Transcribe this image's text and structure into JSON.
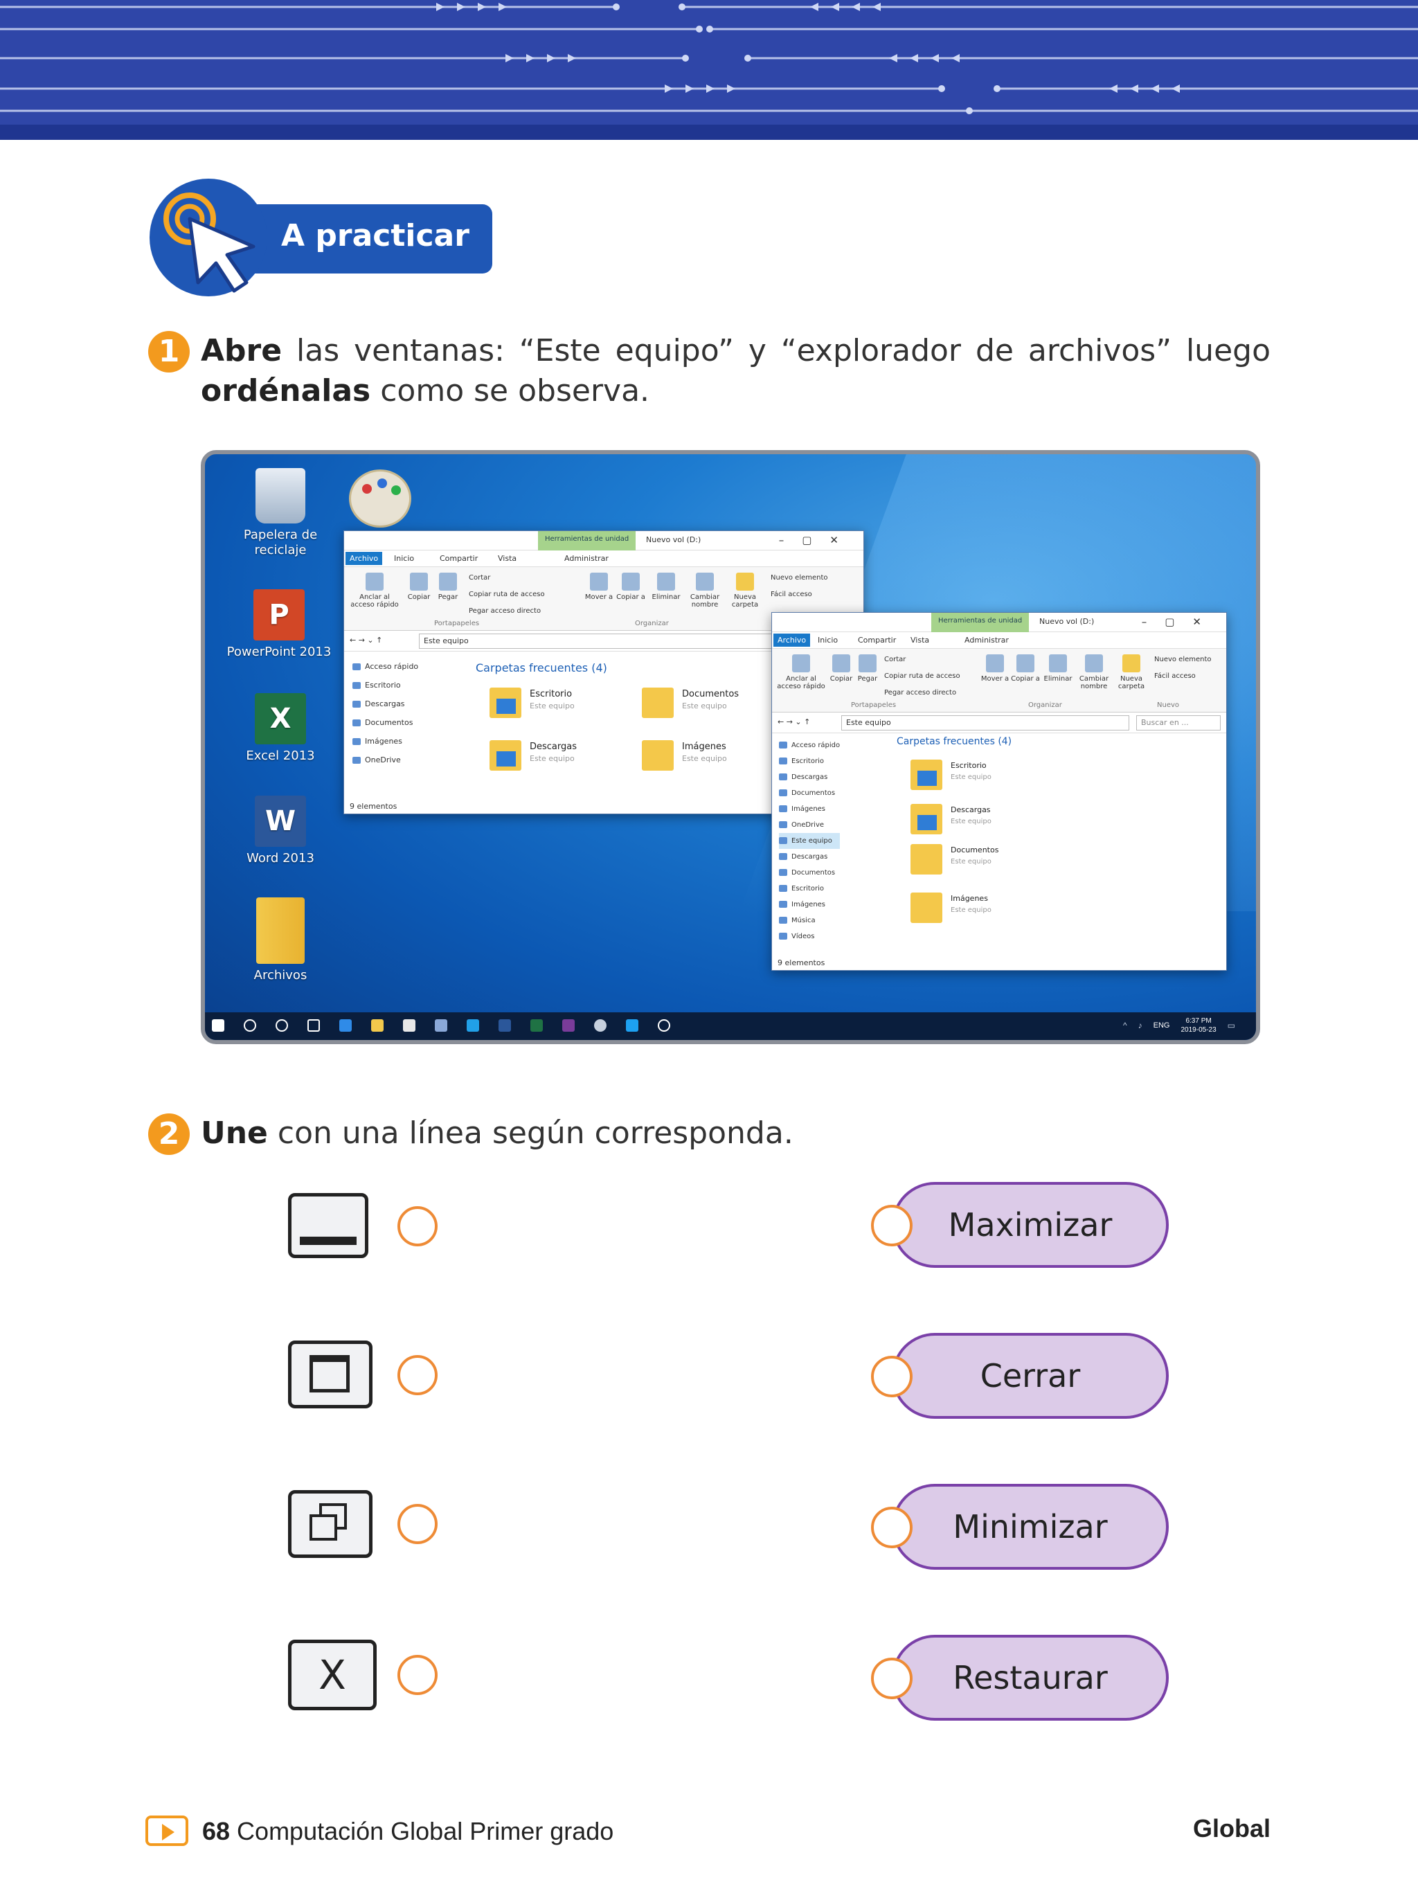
{
  "badge": {
    "label": "A practicar"
  },
  "exercise1": {
    "number": "1",
    "bold_start": "Abre",
    "text_middle": " las ventanas: “Este equipo” y “explorador de archivos” luego ",
    "bold_end": "ordénalas",
    "text_end": " como se observa."
  },
  "desktop": {
    "icons": [
      {
        "label": "Papelera de reciclaje"
      },
      {
        "label": "PowerPoint 2013"
      },
      {
        "label": "Excel 2013"
      },
      {
        "label": "Word 2013"
      },
      {
        "label": "Archivos"
      }
    ],
    "taskbar": {
      "lang": "ENG",
      "time": "6:37 PM",
      "date": "2019-05-23"
    }
  },
  "window": {
    "context_tab": "Herramientas de unidad",
    "title": "Nuevo vol (D:)",
    "tabs": [
      "Archivo",
      "Inicio",
      "Compartir",
      "Vista",
      "Administrar"
    ],
    "ribbon": {
      "pin": "Anclar al acceso rápido",
      "copy": "Copiar",
      "paste": "Pegar",
      "cut": "Cortar",
      "copy_path": "Copiar ruta de acceso",
      "paste_shortcut": "Pegar acceso directo",
      "move_to": "Mover a",
      "copy_to": "Copiar a",
      "delete": "Eliminar",
      "rename": "Cambiar nombre",
      "new_folder": "Nueva carpeta",
      "new_item": "Nuevo elemento",
      "easy_access": "Fácil acceso",
      "group_clipboard": "Portapapeles",
      "group_organize": "Organizar",
      "group_new": "Nuevo"
    },
    "address": "Este equipo",
    "search_placeholder": "Buscar en ...",
    "nav": [
      "Acceso rápido",
      "Escritorio",
      "Descargas",
      "Documentos",
      "Imágenes",
      "OneDrive"
    ],
    "nav2": [
      "Acceso rápido",
      "Escritorio",
      "Descargas",
      "Documentos",
      "Imágenes",
      "OneDrive",
      "Este equipo",
      "Descargas",
      "Documentos",
      "Escritorio",
      "Imágenes",
      "Música",
      "Vídeos"
    ],
    "frequent_header": "Carpetas frecuentes (4)",
    "folders": [
      {
        "name": "Escritorio",
        "sub": "Este equipo"
      },
      {
        "name": "Documentos",
        "sub": "Este equipo"
      },
      {
        "name": "Descargas",
        "sub": "Este equipo"
      },
      {
        "name": "Imágenes",
        "sub": "Este equipo"
      }
    ],
    "status": "9 elementos"
  },
  "exercise2": {
    "number": "2",
    "bold_start": "Une",
    "text_rest": " con una línea según corresponda.",
    "symbols": [
      "minimize-symbol",
      "maximize-symbol",
      "restore-symbol",
      "close-symbol"
    ],
    "close_glyph": "X",
    "options": [
      "Maximizar",
      "Cerrar",
      "Minimizar",
      "Restaurar"
    ]
  },
  "footer": {
    "page_number": "68",
    "book_title": "Computación Global Primer grado",
    "brand": "Global"
  }
}
